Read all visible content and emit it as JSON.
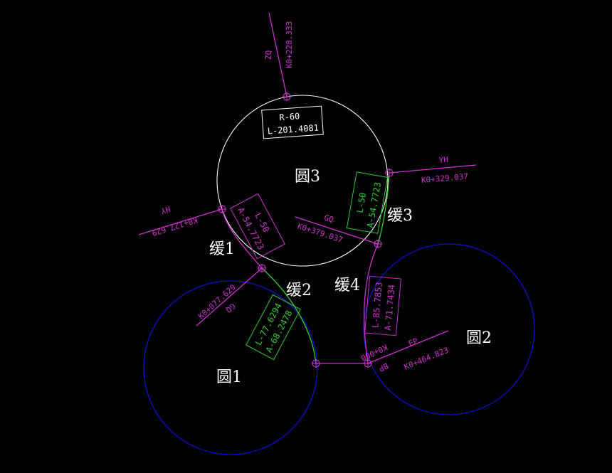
{
  "colors": {
    "background": "#000000",
    "circle_blue": "#1010c8",
    "circle_white": "#ffffff",
    "label_magenta": "#cc33cc",
    "label_green": "#33cc33",
    "label_white": "#ffffff",
    "spiral_green": "#33cc33",
    "spiral_magenta": "#cc33cc",
    "tangent_line": "#cc33cc"
  },
  "circle_labels": {
    "circle1": "圆1",
    "circle2": "圆2",
    "circle3": "圆3"
  },
  "spiral_labels": {
    "spiral1": "缓1",
    "spiral2": "缓2",
    "spiral3": "缓3",
    "spiral4": "缓4"
  },
  "stations": {
    "zq": {
      "code": "ZQ",
      "chainage": "K0+228.333"
    },
    "yh": {
      "code": "YH",
      "chainage": "K0+329.037"
    },
    "hy": {
      "code": "HY",
      "chainage": "K0+127.629"
    },
    "gq_top": {
      "code": "GQ",
      "chainage": "K0+379.037"
    },
    "gq_left": {
      "code": "GQ",
      "chainage": "K0+077.629"
    },
    "bp": {
      "code": "BP",
      "chainage": "K0+000"
    },
    "ep": {
      "code": "EP",
      "chainage": "K0+464.823"
    }
  },
  "boxes": {
    "circle3_box": {
      "line1": "R-60",
      "line2": "L-201.4081"
    },
    "spiral1_box": {
      "line1": "L-50",
      "line2": "A-54.7723"
    },
    "spiral3_box": {
      "line1": "L-50",
      "line2": "A-54.7723"
    },
    "spiral2_box": {
      "line1": "L-77.6294",
      "line2": "A-68.2478"
    },
    "spiral4_box": {
      "line1": "L-85.7853",
      "line2": "A-71.7434"
    }
  }
}
